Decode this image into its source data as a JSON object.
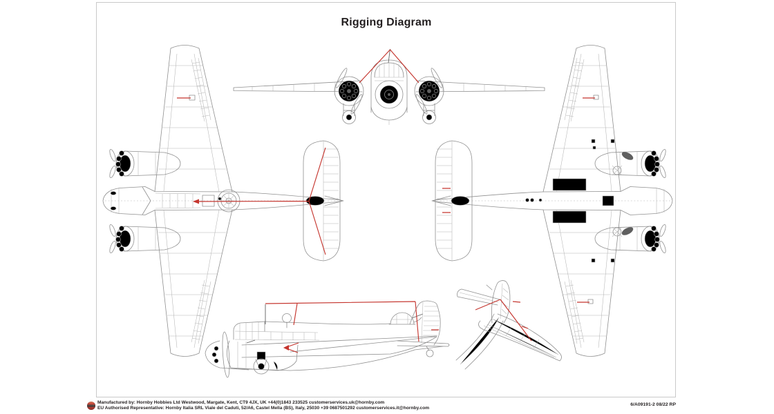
{
  "page": {
    "title": "Rigging Diagram",
    "doc_code": "6/A09191-2 08/22 RP"
  },
  "footer": {
    "manufactured": "Manufactured by: Hornby Hobbies Ltd Westwood, Margate, Kent, CT9 4JX, UK +44(0)1843 233525 customerservices.uk@hornby.com",
    "eu_rep": "EU Authorised Representative: Hornby Italia SRL Viale del Caduti, 52/A6, Castel Mella (BS), Italy, 25030 +39 0687501292 customerservices.it@hornby.com"
  },
  "colors": {
    "line": "#8f8f8f",
    "line_light": "#b4b4b4",
    "line_dark": "#5f5f5f",
    "rigging": "#c5352e",
    "frame_border": "#c9c9c9",
    "text": "#231f20",
    "logo_red": "#b5342c"
  }
}
